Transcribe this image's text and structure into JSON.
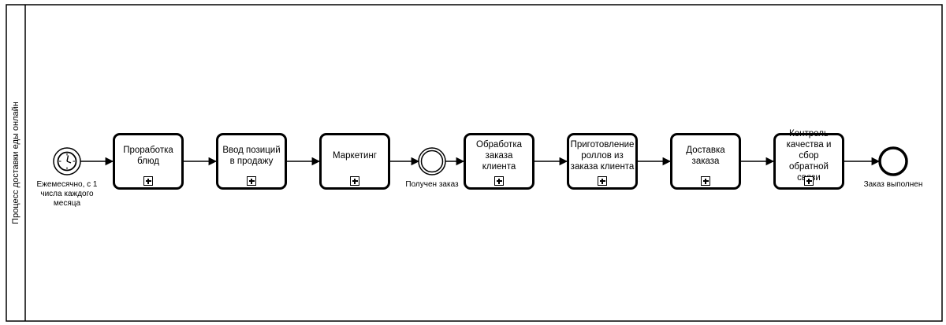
{
  "pool": {
    "label": "Процесс доставки еды онлайн"
  },
  "start_event": {
    "type": "timer",
    "label": "Ежемесячно, с 1 числа каждого месяца",
    "icon": "clock-icon"
  },
  "tasks": [
    {
      "label": "Проработка блюд",
      "marker": "subprocess-plus-icon"
    },
    {
      "label": "Ввод позиций в продажу",
      "marker": "subprocess-plus-icon"
    },
    {
      "label": "Маркетинг",
      "marker": "subprocess-plus-icon"
    },
    {
      "label": "Обработка заказа клиента",
      "marker": "subprocess-plus-icon"
    },
    {
      "label": "Приготовление роллов из заказа клиента",
      "marker": "subprocess-plus-icon"
    },
    {
      "label": "Доставка заказа",
      "marker": "subprocess-plus-icon"
    },
    {
      "label": "Контроль качества и сбор обратной связи",
      "marker": "subprocess-plus-icon"
    }
  ],
  "intermediate_event": {
    "type": "catch",
    "label": "Получен заказ"
  },
  "end_event": {
    "label": "Заказ выполнен"
  },
  "colors": {
    "stroke": "#000000",
    "fill": "#ffffff"
  }
}
